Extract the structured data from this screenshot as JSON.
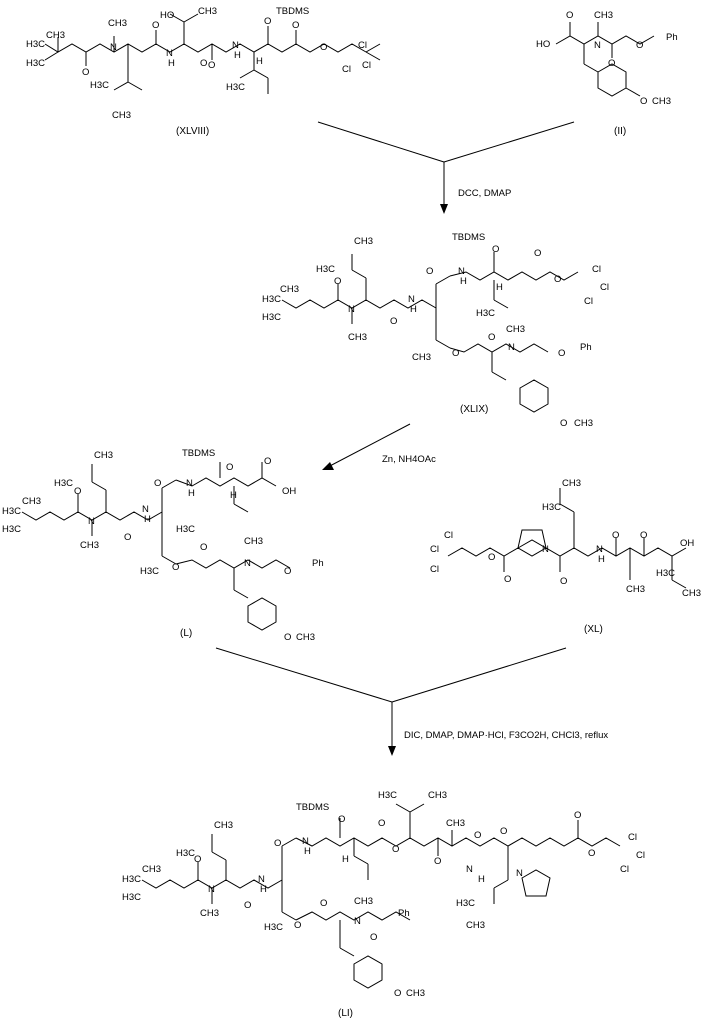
{
  "compounds": {
    "xlviii": {
      "label": "(XLVIII)",
      "atoms": [
        "H3C",
        "CH3",
        "H3C",
        "O",
        "N",
        "CH3",
        "O",
        "HO",
        "CH3",
        "O",
        "N",
        "H",
        "O",
        "N",
        "H",
        "O",
        "TBDMS",
        "H",
        "O",
        "O",
        "Cl",
        "Cl",
        "Cl",
        "H3C",
        "CH3",
        "H3C"
      ]
    },
    "ii": {
      "label": "(II)",
      "atoms": [
        "HO",
        "O",
        "N",
        "CH3",
        "O",
        "O",
        "Ph",
        "O",
        "CH3"
      ]
    },
    "xlix": {
      "label": "(XLIX)",
      "atoms": [
        "CH3",
        "H3C",
        "TBDMS",
        "O",
        "O",
        "N",
        "H",
        "H",
        "O",
        "O",
        "Cl",
        "Cl",
        "Cl",
        "H3C",
        "CH3",
        "H3C",
        "O",
        "N",
        "O",
        "N",
        "H",
        "H3C",
        "O",
        "N",
        "O",
        "CH3",
        "CH3",
        "O",
        "Ph",
        "O",
        "CH3",
        "CH3"
      ]
    },
    "l": {
      "label": "(L)",
      "atoms": [
        "CH3",
        "H3C",
        "TBDMS",
        "O",
        "O",
        "N",
        "H",
        "H",
        "OH",
        "O",
        "H3C",
        "CH3",
        "H3C",
        "O",
        "N",
        "O",
        "N",
        "H",
        "H3C",
        "O",
        "N",
        "O",
        "CH3",
        "O",
        "Ph",
        "O",
        "CH3",
        "CH3",
        "H3C"
      ]
    },
    "xl": {
      "label": "(XL)",
      "atoms": [
        "CH3",
        "H3C",
        "Cl",
        "Cl",
        "Cl",
        "O",
        "O",
        "N",
        "O",
        "N",
        "H",
        "O",
        "O",
        "OH",
        "CH3",
        "H3C",
        "CH3"
      ]
    },
    "li": {
      "label": "(LI)",
      "atoms": [
        "CH3",
        "H3C",
        "TBDMS",
        "O",
        "CH3",
        "H3C",
        "O",
        "N",
        "H",
        "H",
        "O",
        "O",
        "O",
        "CH3",
        "O",
        "N",
        "H",
        "O",
        "N",
        "O",
        "O",
        "Cl",
        "Cl",
        "Cl",
        "H3C",
        "CH3",
        "H3C",
        "O",
        "N",
        "O",
        "N",
        "H",
        "H3C",
        "O",
        "O",
        "N",
        "CH3",
        "O",
        "Ph",
        "O",
        "CH3",
        "CH3",
        "CH3",
        "H3C"
      ]
    }
  },
  "reactions": {
    "step1": "DCC, DMAP",
    "step2": "Zn, NH4OAc",
    "step3": "DIC, DMAP, DMAP·HCl, F3CO2H, CHCl3, reflux"
  }
}
